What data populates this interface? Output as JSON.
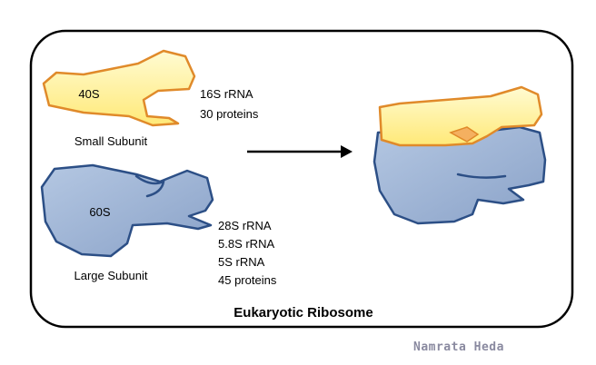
{
  "title": "Eukaryotic Ribosome",
  "credit": "Namrata Heda",
  "small_subunit": {
    "label": "40S",
    "name": "Small Subunit",
    "components": [
      "16S rRNA",
      "30 proteins"
    ]
  },
  "large_subunit": {
    "label": "60S",
    "name": "Large Subunit",
    "components": [
      "28S rRNA",
      "5.8S rRNA",
      "5S rRNA",
      "45 proteins"
    ]
  },
  "colors": {
    "small_fill": "#fff29a",
    "small_stroke": "#e08a2a",
    "large_fill": "#9fb5d6",
    "large_stroke": "#2c4f86"
  }
}
